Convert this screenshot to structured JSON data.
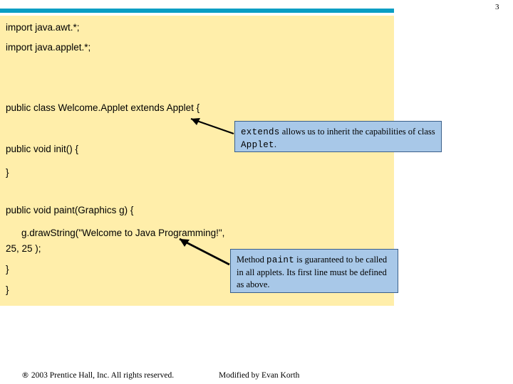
{
  "slide": {
    "number": "3",
    "accent_color": "#0a9ec4",
    "panel_color": "#ffeeaa",
    "callout_color": "#a8c8e8"
  },
  "code": {
    "lines": [
      "import java.awt.*;",
      "import java.applet.*;",
      "public class Welcome.Applet extends Applet {",
      "public void init() {",
      "}",
      "public void paint(Graphics g) {",
      "g.drawString(\"Welcome to Java Programming!\",",
      "25, 25 );",
      "}",
      "}"
    ]
  },
  "callouts": {
    "extends": {
      "keyword": "extends",
      "text_part1": " allows us to inherit the capabilities of class ",
      "class_name": "Applet",
      "text_part2": "."
    },
    "paint": {
      "prefix": "Method ",
      "keyword": "paint",
      "text": " is guaranteed to be called in all applets.  Its first line must be defined as above."
    }
  },
  "footer": {
    "copyright": "2003 Prentice Hall, Inc.  All rights reserved.",
    "modified_by": "Modified by Evan Korth"
  }
}
